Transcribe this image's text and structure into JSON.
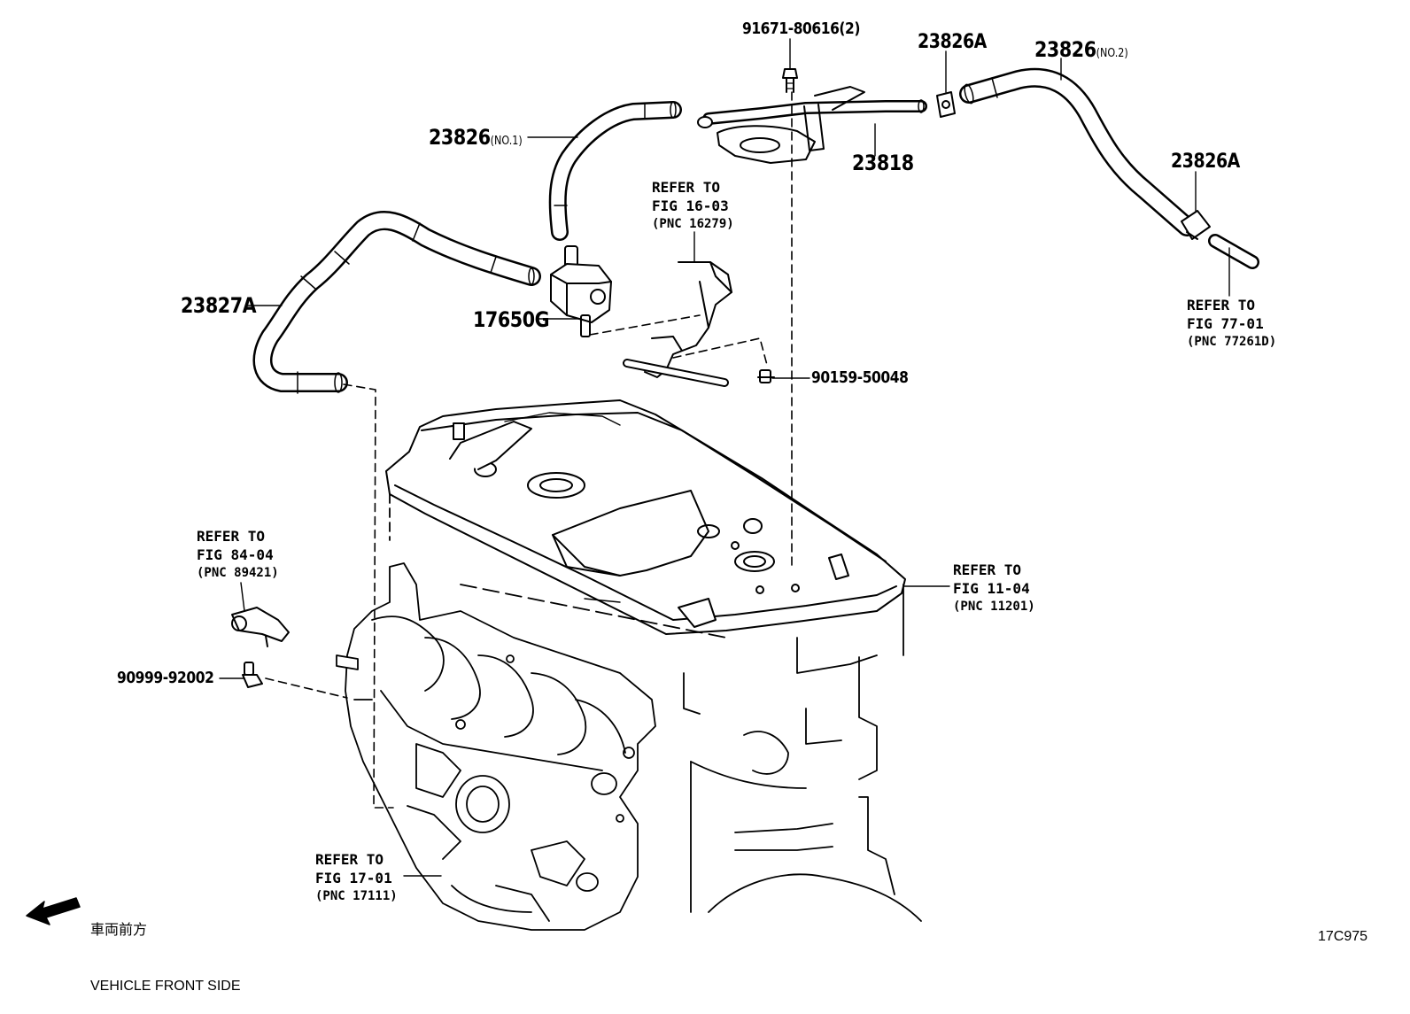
{
  "callouts": {
    "p91671": "91671-80616(2)",
    "p23826A_top": "23826A",
    "p23826_no2": "23826",
    "p23826_no2_suffix": "(NO.2)",
    "p23826_no1": "23826",
    "p23826_no1_suffix": "(NO.1)",
    "p23818": "23818",
    "p23826A_right": "23826A",
    "p23827A": "23827A",
    "p17650G": "17650G",
    "p90159": "90159-50048",
    "p90999": "90999-92002"
  },
  "references": {
    "fig1603": {
      "line1": "REFER TO",
      "line2": "FIG 16-03",
      "line3": "(PNC 16279)"
    },
    "fig7701": {
      "line1": "REFER TO",
      "line2": "FIG 77-01",
      "line3": "(PNC 77261D)"
    },
    "fig1104": {
      "line1": "REFER TO",
      "line2": "FIG 11-04",
      "line3": "(PNC 11201)"
    },
    "fig8404": {
      "line1": "REFER TO",
      "line2": "FIG 84-04",
      "line3": "(PNC 89421)"
    },
    "fig1701": {
      "line1": "REFER TO",
      "line2": "FIG 17-01",
      "line3": "(PNC 17111)"
    }
  },
  "orientation": {
    "japanese": "車両前方",
    "english": "VEHICLE FRONT SIDE",
    "icon": "arrow-left-icon"
  },
  "figure_code": "17C975",
  "colors": {
    "ink": "#000000",
    "paper": "#ffffff"
  }
}
